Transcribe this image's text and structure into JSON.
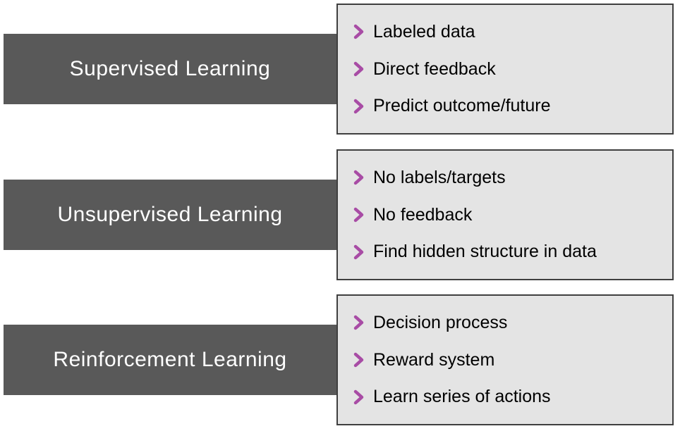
{
  "colors": {
    "bar_bg": "#595959",
    "bar_text": "#ffffff",
    "box_bg": "#e4e4e4",
    "box_border": "#3f3f3f",
    "chevron": "#a84ca5",
    "bullet_text": "#000000"
  },
  "bullet_icon": "chevron-right",
  "rows": [
    {
      "title": "Supervised Learning",
      "items": [
        {
          "text": "Labeled data"
        },
        {
          "text": "Direct feedback"
        },
        {
          "text": "Predict outcome/future"
        }
      ]
    },
    {
      "title": "Unsupervised Learning",
      "items": [
        {
          "text": "No labels/targets"
        },
        {
          "text": "No feedback"
        },
        {
          "text": "Find hidden structure in data"
        }
      ]
    },
    {
      "title": "Reinforcement Learning",
      "items": [
        {
          "text": "Decision process"
        },
        {
          "text": "Reward system"
        },
        {
          "text": "Learn series of actions"
        }
      ]
    }
  ]
}
